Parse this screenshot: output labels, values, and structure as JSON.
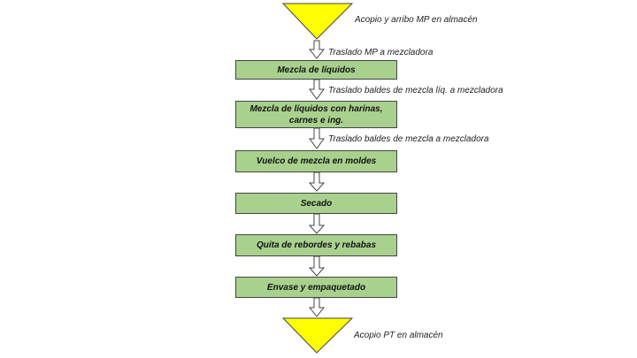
{
  "start": {
    "label": "Acopio y arribo MP en almacén"
  },
  "end": {
    "label": "Acopio PT en almacén"
  },
  "steps": [
    {
      "label": "Mezcla de líquidos"
    },
    {
      "label": "Mezcla de líquidos con harinas, carnes e ing."
    },
    {
      "label": "Vuelco de mezcla en moldes"
    },
    {
      "label": "Secado"
    },
    {
      "label": "Quita de rebordes y rebabas"
    },
    {
      "label": "Envase y empaquetado"
    }
  ],
  "transfers": [
    {
      "label": "Traslado MP a mezcladora"
    },
    {
      "label": "Traslado baldes de mezcla líq. a mezcladora"
    },
    {
      "label": "Traslado baldes de mezcla a mezcladora"
    }
  ],
  "colors": {
    "triangle_fill": "#ffff00",
    "box_fill": "#a9d18e",
    "border": "#444444"
  }
}
